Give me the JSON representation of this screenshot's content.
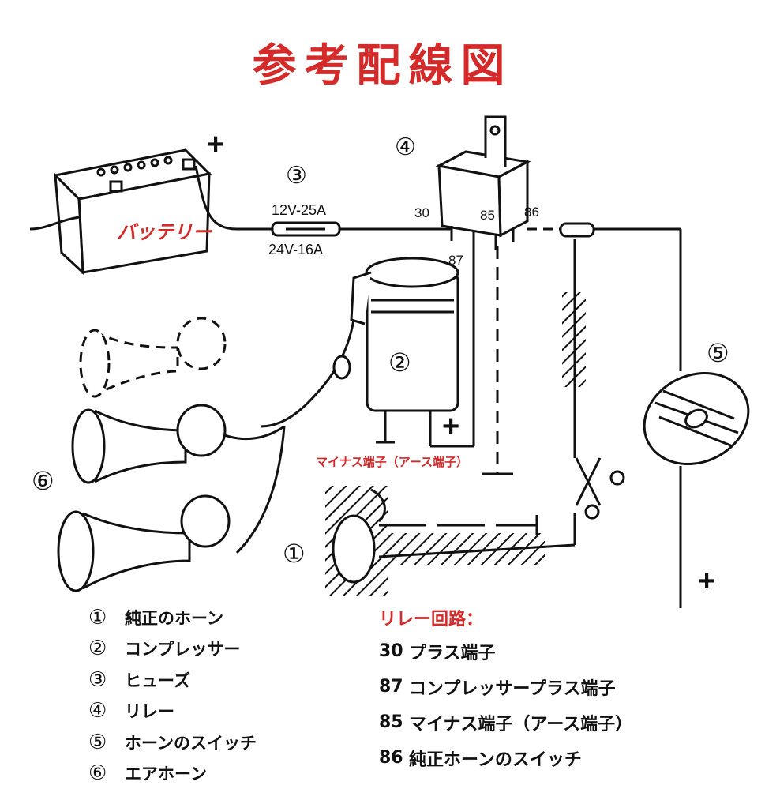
{
  "title": "参考配線図",
  "diagram": {
    "battery_label": "バッテリー",
    "battery_plus": "+",
    "fuse_num": "③",
    "fuse_spec_1": "12V-25A",
    "fuse_spec_2": "24V-16A",
    "relay_num": "④",
    "terminal_30": "30",
    "terminal_85": "85",
    "terminal_86": "86",
    "terminal_87": "87",
    "compressor_num": "②",
    "compressor_plus": "+",
    "minus_terminal": "マイナス端子（アース端子）",
    "switch_num": "⑤",
    "switch_plus": "+",
    "horn_air_num": "⑥",
    "horn_stock_num": "①"
  },
  "legend": [
    {
      "num": "①",
      "label": "純正のホーン"
    },
    {
      "num": "②",
      "label": "コンプレッサー"
    },
    {
      "num": "③",
      "label": "ヒューズ"
    },
    {
      "num": "④",
      "label": "リレー"
    },
    {
      "num": "⑤",
      "label": "ホーンのスイッチ"
    },
    {
      "num": "⑥",
      "label": "エアホーン"
    }
  ],
  "relay_circuit": {
    "heading": "リレー回路：",
    "items": [
      {
        "code": "30",
        "label": "プラス端子"
      },
      {
        "code": "87",
        "label": "コンプレッサープラス端子"
      },
      {
        "code": "85",
        "label": "マイナス端子（アース端子）"
      },
      {
        "code": "86",
        "label": "純正ホーンのスイッチ"
      }
    ]
  }
}
